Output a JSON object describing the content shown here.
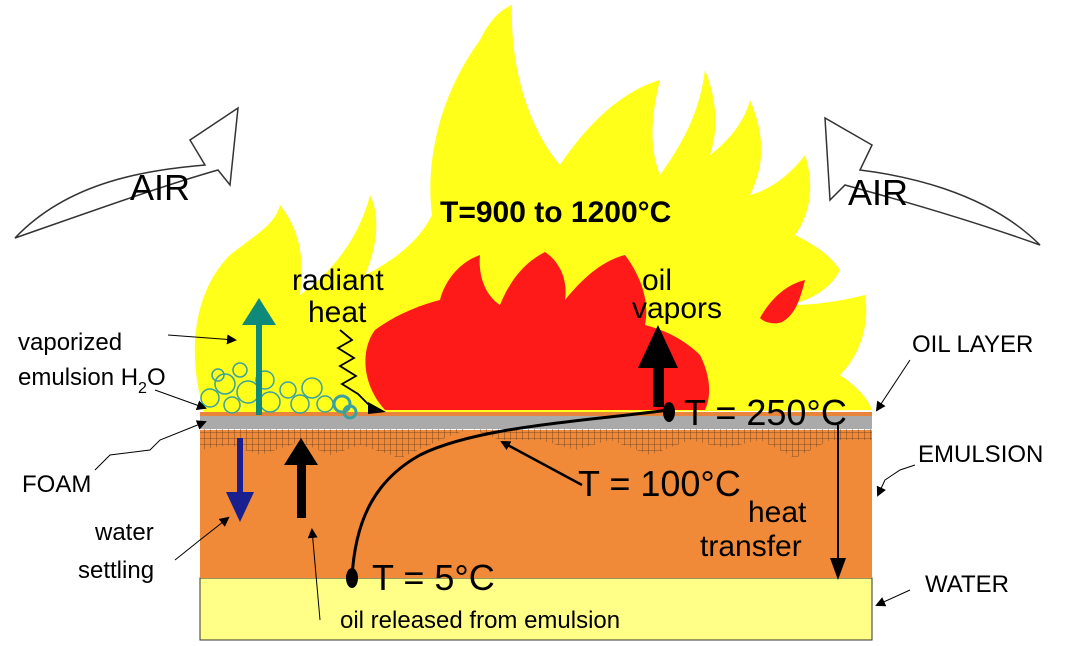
{
  "labels": {
    "air_left": "AIR",
    "air_right": "AIR",
    "flame_temperature": "T=900 to 1200°C",
    "radiant_heat_line1": "radiant",
    "radiant_heat_line2": "heat",
    "oil_vapors_line1": "oil",
    "oil_vapors_line2": "vapors",
    "vaporized_line1": "vaporized",
    "vaporized_line2_prefix": "emulsion H",
    "vaporized_line2_sub": "2",
    "vaporized_line2_suffix": "O",
    "oil_layer": "OIL LAYER",
    "emulsion": "EMULSION",
    "foam": "FOAM",
    "water": "WATER",
    "water_settling_line1": "water",
    "water_settling_line2": "settling",
    "temp_surface": "T = 250°C",
    "temp_mid": "T = 100°C",
    "temp_bottom": "T = 5°C",
    "heat_transfer_line1": "heat",
    "heat_transfer_line2": "transfer",
    "oil_released": "oil released from emulsion"
  },
  "colors": {
    "flame_outer": "#ffff1a",
    "flame_inner": "#ff1a1a",
    "oil_layer": "#aaaaaa",
    "oil_film": "#e8853a",
    "emulsion": "#f08a38",
    "water": "#ffff88",
    "vapor_arrow": "#0f8a7a",
    "settling_arrow": "#1a1f8f",
    "foam_bubble": "#3aa0a0"
  }
}
